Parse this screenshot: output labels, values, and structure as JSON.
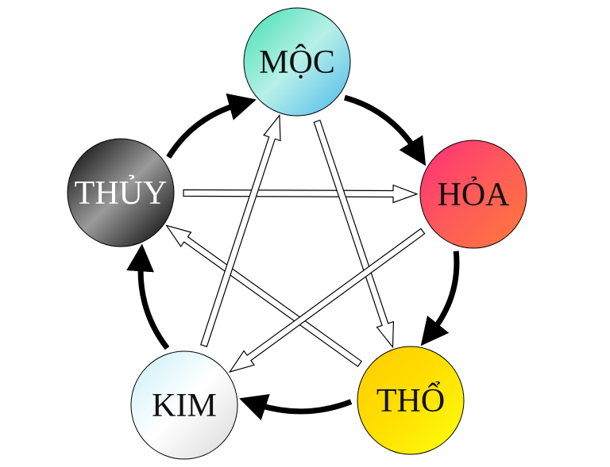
{
  "elements": [
    {
      "id": "moc",
      "label": "MỘC",
      "colors": [
        "#3fe0b0",
        "#b8f0e8",
        "#4ab8ec"
      ],
      "text_color": "#111111"
    },
    {
      "id": "hoa",
      "label": "HỎA",
      "colors": [
        "#ff2e78",
        "#ff5a5a",
        "#ff7a38"
      ],
      "text_color": "#111111"
    },
    {
      "id": "tho",
      "label": "THỔ",
      "colors": [
        "#ffcc00",
        "#ffe000",
        "#ffff10"
      ],
      "text_color": "#111111"
    },
    {
      "id": "kim",
      "label": "KIM",
      "colors": [
        "#c8f0f8",
        "#ffffff",
        "#d8d8d8"
      ],
      "text_color": "#111111"
    },
    {
      "id": "thuy",
      "label": "THỦY",
      "colors": [
        "#000000",
        "#9a9a9a",
        "#000000"
      ],
      "text_color": "#ffffff"
    }
  ],
  "generating_cycle": [
    [
      "thuy",
      "moc"
    ],
    [
      "moc",
      "hoa"
    ],
    [
      "hoa",
      "tho"
    ],
    [
      "tho",
      "kim"
    ],
    [
      "kim",
      "thuy"
    ]
  ],
  "overcoming_cycle": [
    [
      "thuy",
      "hoa"
    ],
    [
      "moc",
      "tho"
    ],
    [
      "tho",
      "thuy"
    ],
    [
      "hoa",
      "kim"
    ],
    [
      "kim",
      "moc"
    ]
  ]
}
